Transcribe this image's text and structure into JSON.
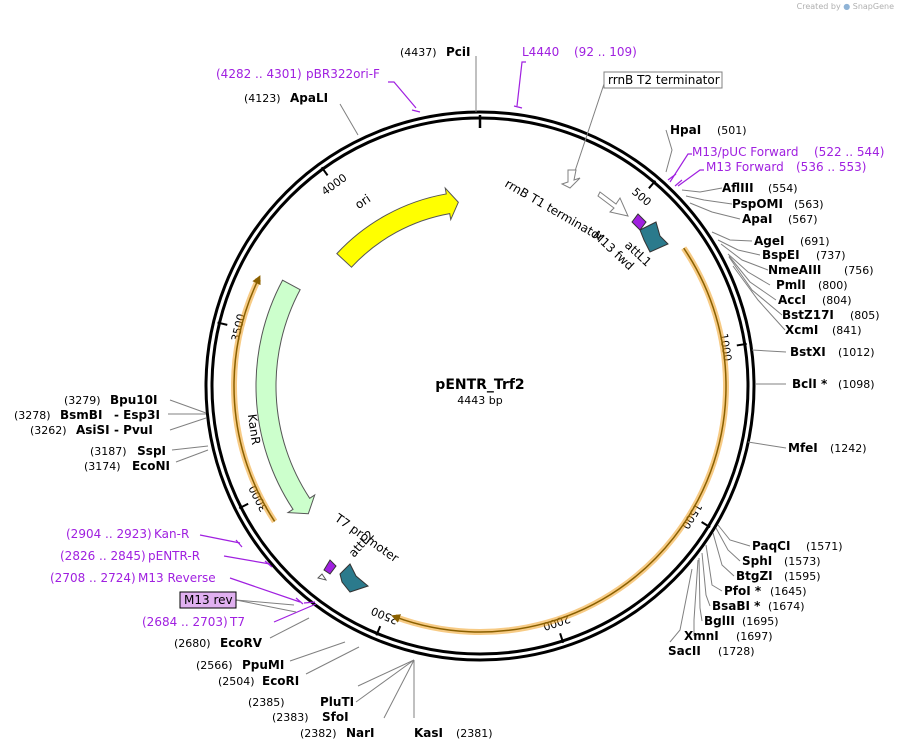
{
  "credit": {
    "prefix": "Created by",
    "brand": "SnapGene"
  },
  "plasmid": {
    "name": "pENTR_Trf2",
    "length_label": "4443 bp",
    "length": 4443
  },
  "ticks": [
    {
      "bp": 500,
      "label": "500"
    },
    {
      "bp": 1000,
      "label": "1000"
    },
    {
      "bp": 1500,
      "label": "1500"
    },
    {
      "bp": 2000,
      "label": "2000"
    },
    {
      "bp": 2500,
      "label": "2500"
    },
    {
      "bp": 3000,
      "label": "3000"
    },
    {
      "bp": 3500,
      "label": "3500"
    },
    {
      "bp": 4000,
      "label": "4000"
    }
  ],
  "features": [
    {
      "name": "ori",
      "label": "ori",
      "color": "#ffff00"
    },
    {
      "name": "kanr",
      "label": "KanR",
      "color": "#ccffcc"
    },
    {
      "name": "attl1",
      "label": "attL1",
      "color": "#2b7a8c"
    },
    {
      "name": "attl2",
      "label": "attL2",
      "color": "#2b7a8c"
    },
    {
      "name": "m13-fwd",
      "label": "M13 fwd",
      "color": "#a020e0"
    },
    {
      "name": "t7-promoter",
      "label": "T7 promoter",
      "color": "#ffffff"
    },
    {
      "name": "rrnb-t1",
      "label": "rrnB T1 terminator",
      "color": "#ffffff"
    },
    {
      "name": "rrnb-t2",
      "label": "rrnB T2 terminator",
      "color": "#ffffff"
    },
    {
      "name": "m13-rev",
      "label": "M13 rev",
      "color": "#e0b0f0"
    },
    {
      "name": "insert",
      "label": "",
      "color": "#f0a020"
    }
  ],
  "right_sites": [
    {
      "name": "HpaI",
      "pos": "(501)"
    },
    {
      "name": "AflIII",
      "pos": "(554)"
    },
    {
      "name": "PspOMI",
      "pos": "(563)"
    },
    {
      "name": "ApaI",
      "pos": "(567)"
    },
    {
      "name": "AgeI",
      "pos": "(691)"
    },
    {
      "name": "BspEI",
      "pos": "(737)"
    },
    {
      "name": "NmeAIII",
      "pos": "(756)"
    },
    {
      "name": "PmlI",
      "pos": "(800)"
    },
    {
      "name": "AccI",
      "pos": "(804)"
    },
    {
      "name": "BstZ17I",
      "pos": "(805)"
    },
    {
      "name": "XcmI",
      "pos": "(841)"
    },
    {
      "name": "BstXI",
      "pos": "(1012)"
    },
    {
      "name": "BclI *",
      "pos": "(1098)"
    },
    {
      "name": "MfeI",
      "pos": "(1242)"
    },
    {
      "name": "PaqCI",
      "pos": "(1571)"
    },
    {
      "name": "SphI",
      "pos": "(1573)"
    },
    {
      "name": "BtgZI",
      "pos": "(1595)"
    },
    {
      "name": "PfoI *",
      "pos": "(1645)"
    },
    {
      "name": "BsaBI *",
      "pos": "(1674)"
    },
    {
      "name": "BglII",
      "pos": "(1695)"
    },
    {
      "name": "XmnI",
      "pos": "(1697)"
    },
    {
      "name": "SacII",
      "pos": "(1728)"
    }
  ],
  "bottom_sites": [
    {
      "name": "KasI",
      "pos": "(2381)"
    },
    {
      "name": "NarI",
      "pos": "(2382)"
    },
    {
      "name": "SfoI",
      "pos": "(2383)"
    },
    {
      "name": "PluTI",
      "pos": "(2385)"
    },
    {
      "name": "EcoRI",
      "pos": "(2504)"
    },
    {
      "name": "PpuMI",
      "pos": "(2566)"
    },
    {
      "name": "EcoRV",
      "pos": "(2680)"
    }
  ],
  "left_sites": [
    {
      "name": "EcoNI",
      "pos": "(3174)"
    },
    {
      "name": "SspI",
      "pos": "(3187)"
    },
    {
      "name": "AsiSI",
      "pos": "(3262)",
      "name2": "- PvuI"
    },
    {
      "name": "BsmBI",
      "pos": "(3278)",
      "name2": "- Esp3I"
    },
    {
      "name": "Bpu10I",
      "pos": "(3279)"
    },
    {
      "name": "ApaLI",
      "pos": "(4123)"
    },
    {
      "name": "PciI",
      "pos": "(4437)"
    }
  ],
  "primers": [
    {
      "name": "L4440",
      "range": "(92 .. 109)"
    },
    {
      "name": "M13/pUC Forward",
      "range": "(522 .. 544)"
    },
    {
      "name": "M13 Forward",
      "range": "(536 .. 553)"
    },
    {
      "name": "pBR322ori-F",
      "range": "(4282 .. 4301)"
    },
    {
      "name": "Kan-R",
      "range": "(2904 .. 2923)"
    },
    {
      "name": "pENTR-R",
      "range": "(2826 .. 2845)"
    },
    {
      "name": "M13 Reverse",
      "range": "(2708 .. 2724)"
    },
    {
      "name": "T7",
      "range": "(2684 .. 2703)"
    }
  ]
}
